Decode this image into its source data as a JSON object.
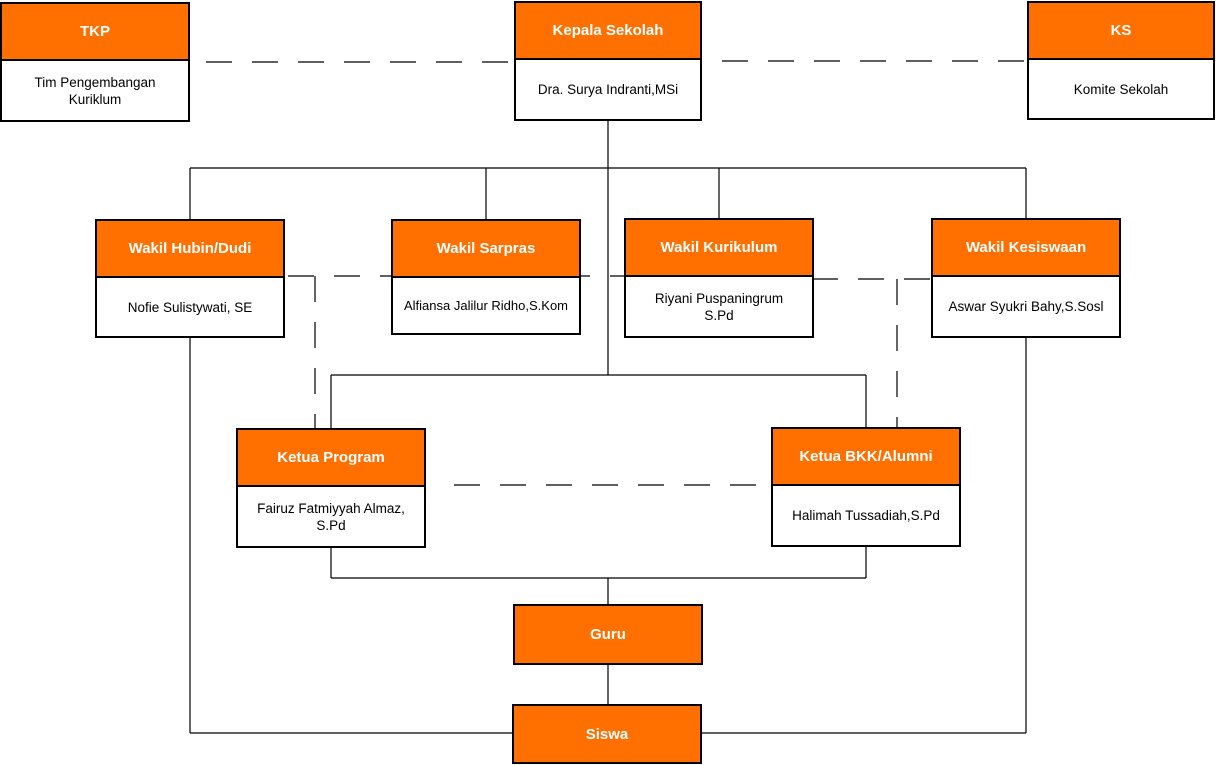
{
  "theme": {
    "header_color": "#ff7000",
    "header_text_color": "#ffffff",
    "line_color": "#000000"
  },
  "nodes": {
    "tkp": {
      "title": "TKP",
      "subtitle": "Tim Pengembangan Kuriklum"
    },
    "kepala_sekolah": {
      "title": "Kepala Sekolah",
      "subtitle": "Dra. Surya Indranti,MSi"
    },
    "ks": {
      "title": "KS",
      "subtitle": "Komite Sekolah"
    },
    "wakil_hubin": {
      "title": "Wakil Hubin/Dudi",
      "subtitle": "Nofie Sulistywati, SE"
    },
    "wakil_sarpras": {
      "title": "Wakil Sarpras",
      "subtitle": "Alfiansa Jalilur Ridho,S.Kom"
    },
    "wakil_kurikulum": {
      "title": "Wakil Kurikulum",
      "subtitle": "Riyani Puspaningrum S.Pd"
    },
    "wakil_kesiswaan": {
      "title": "Wakil Kesiswaan",
      "subtitle": "Aswar Syukri Bahy,S.Sosl"
    },
    "ketua_program": {
      "title": "Ketua Program",
      "subtitle": "Fairuz Fatmiyyah Almaz, S.Pd"
    },
    "ketua_bkk": {
      "title": "Ketua BKK/Alumni",
      "subtitle": "Halimah Tussadiah,S.Pd"
    },
    "guru": {
      "title": "Guru"
    },
    "siswa": {
      "title": "Siswa"
    }
  }
}
